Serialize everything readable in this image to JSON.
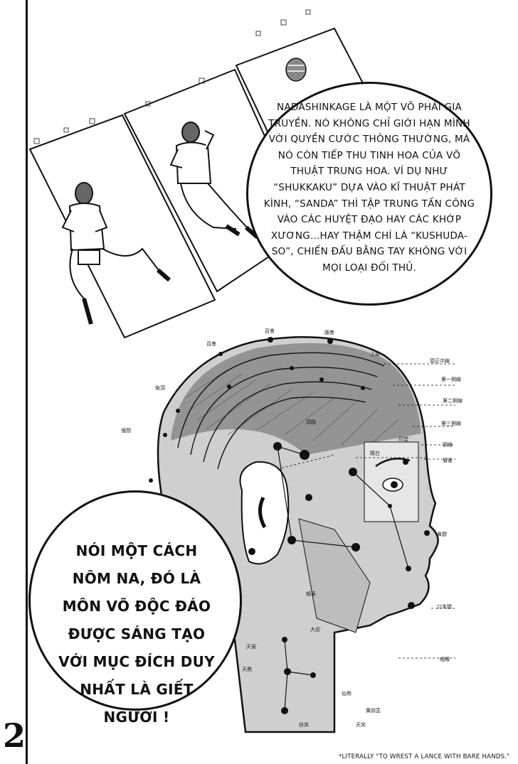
{
  "speech_top": "Nadashinkage là một võ phái gia truyền. Nó không chỉ giới hạn mình với quyền cước thông thường, mà nó còn tiếp thu tinh hoa của võ thuật Trung Hoa. Ví dụ như “Shukkaku” dựa vào kĩ thuật phát kình, “Sanda” thì tập trung tấn công vào các huyệt đạo hay các khớp xương...hay thậm chí là “Kushuda-so”, chiến đấu bằng tay không với mọi loại đối thủ.",
  "speech_left": "Nói một cách nôm na, đó là môn võ độc đáo được sáng tạo với mục đích duy nhất là giết người !",
  "page_number": "2",
  "footnote": "*Literally \"to wrest a lance with bare hands.\""
}
